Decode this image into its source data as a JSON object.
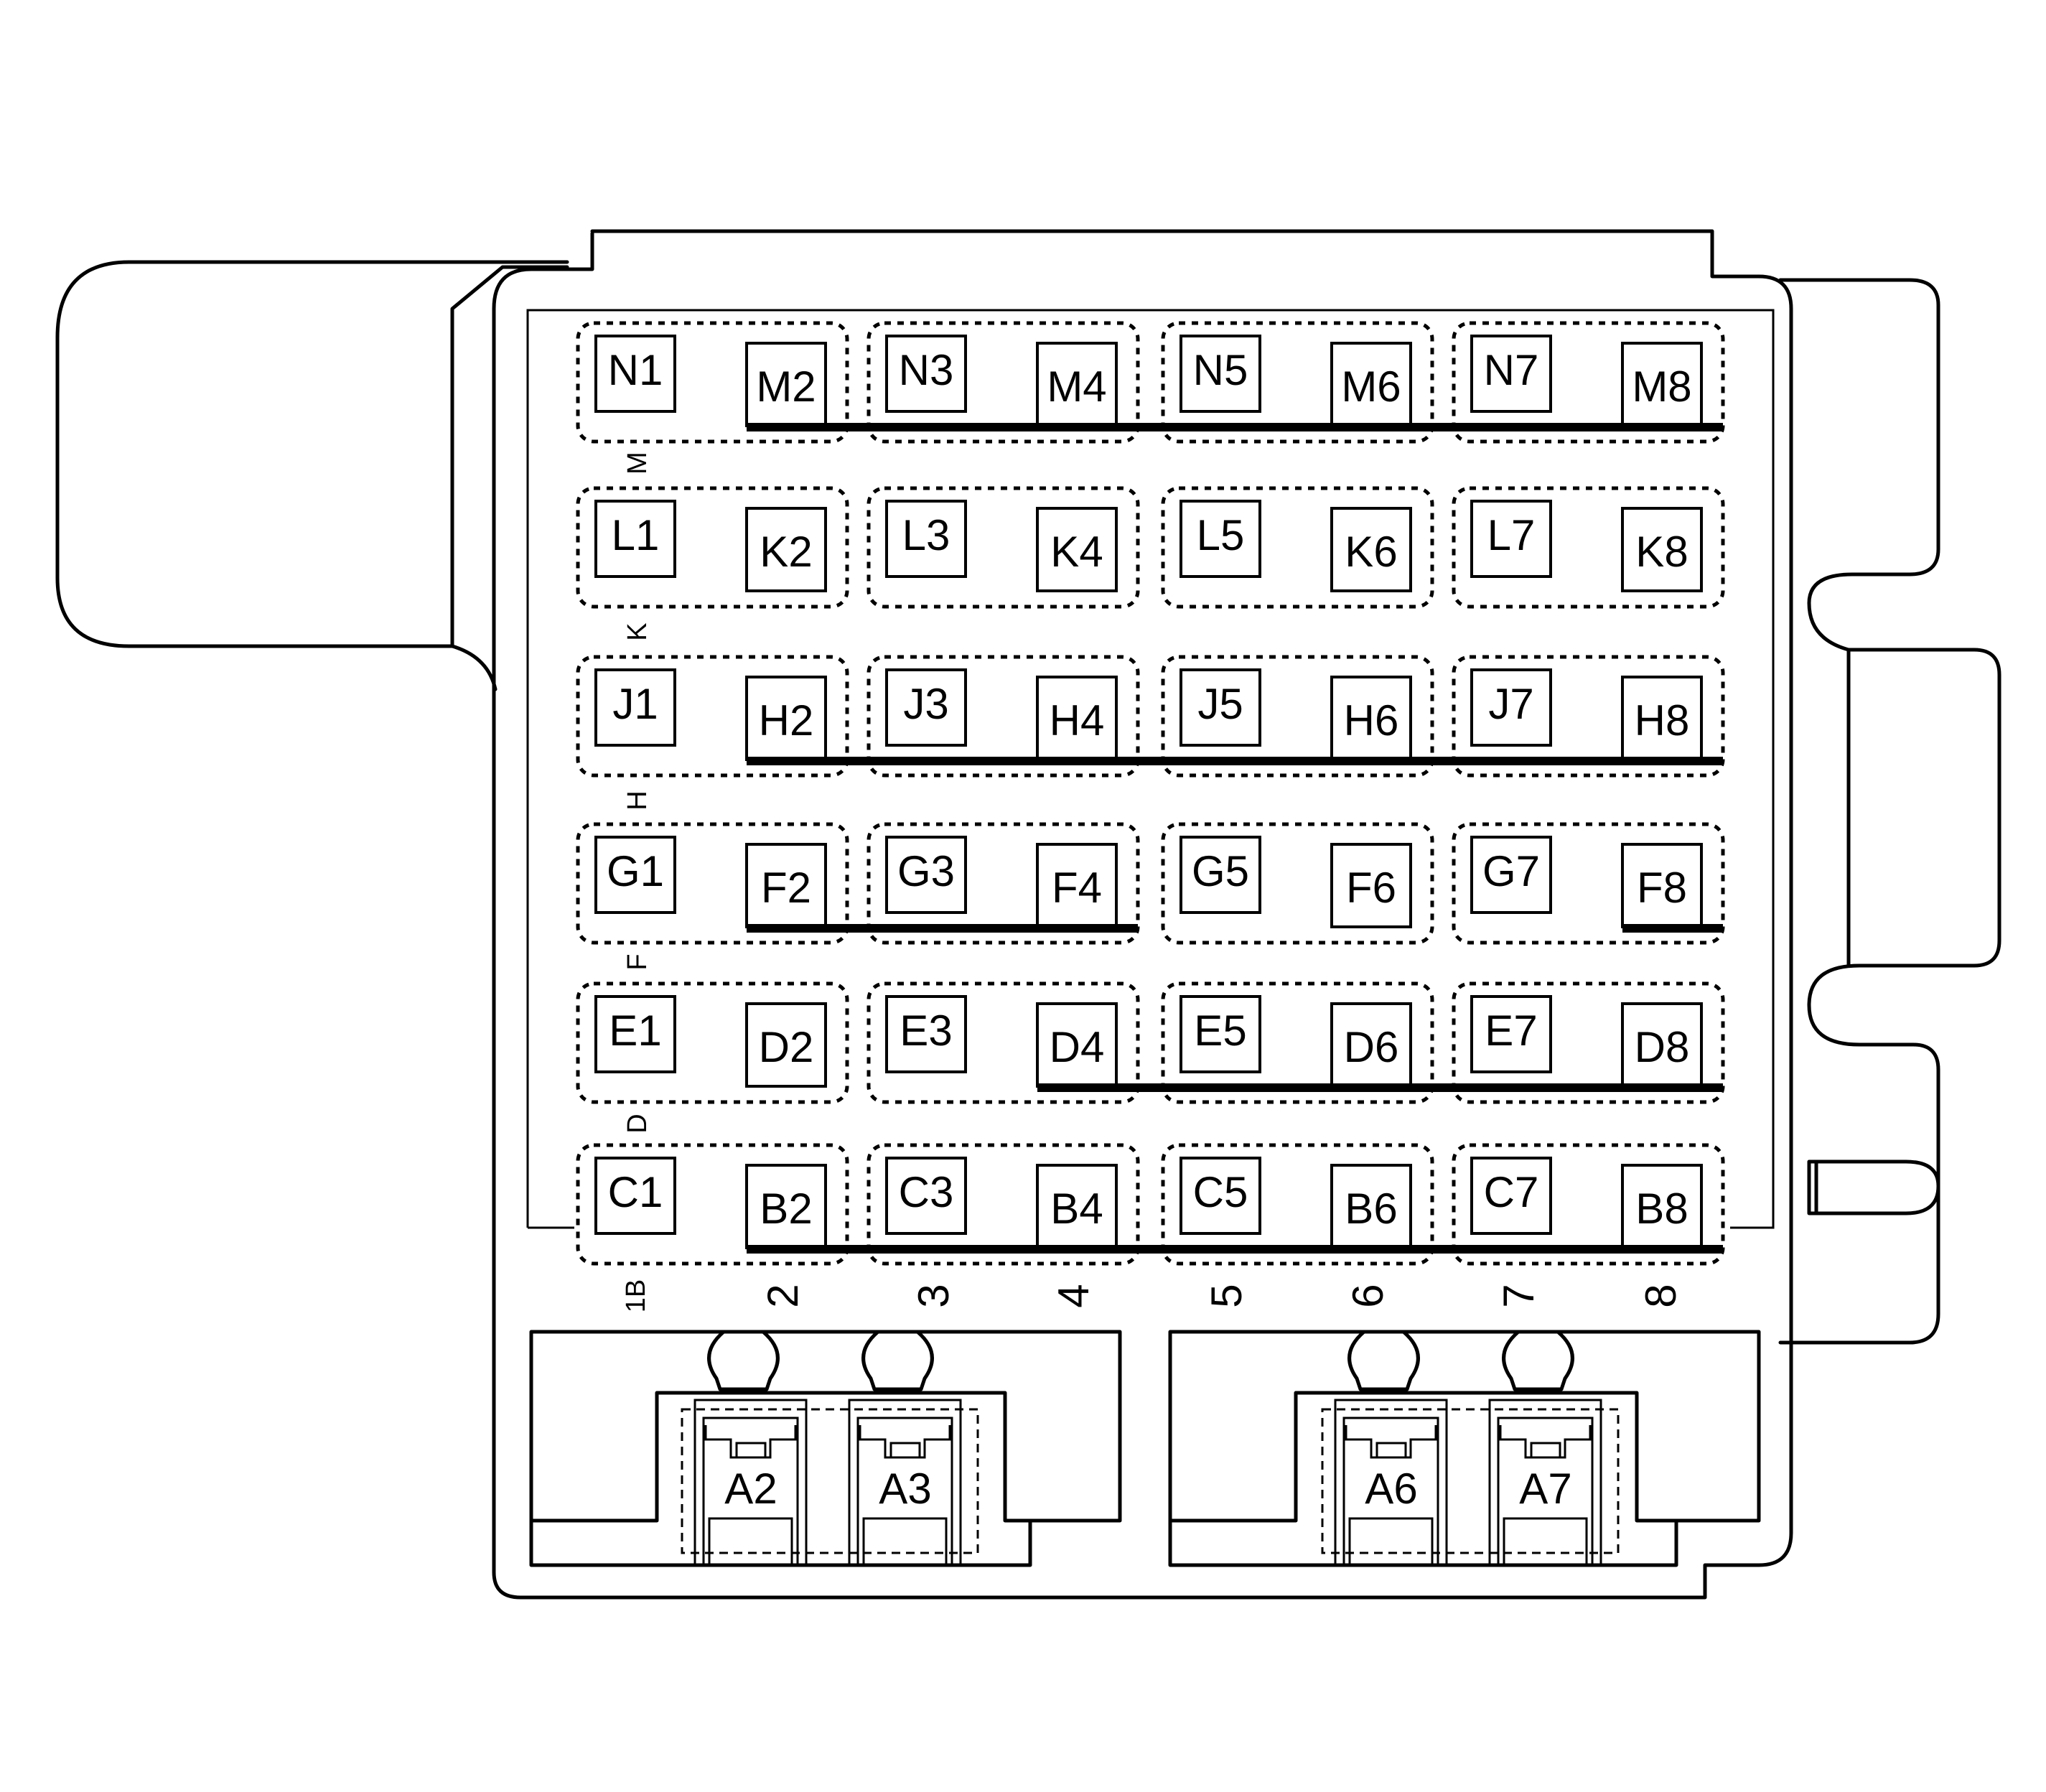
{
  "rows": [
    {
      "left": [
        "N1",
        "N3",
        "N5",
        "N7"
      ],
      "right": [
        "M2",
        "M4",
        "M6",
        "M8"
      ]
    },
    {
      "left": [
        "L1",
        "L3",
        "L5",
        "L7"
      ],
      "right": [
        "K2",
        "K4",
        "K6",
        "K8"
      ]
    },
    {
      "left": [
        "J1",
        "J3",
        "J5",
        "J7"
      ],
      "right": [
        "H2",
        "H4",
        "H6",
        "H8"
      ]
    },
    {
      "left": [
        "G1",
        "G3",
        "G5",
        "G7"
      ],
      "right": [
        "F2",
        "F4",
        "F6",
        "F8"
      ]
    },
    {
      "left": [
        "E1",
        "E3",
        "E5",
        "E7"
      ],
      "right": [
        "D2",
        "D4",
        "D6",
        "D8"
      ]
    },
    {
      "left": [
        "C1",
        "C3",
        "C5",
        "C7"
      ],
      "right": [
        "B2",
        "B4",
        "B6",
        "B8"
      ]
    }
  ],
  "row_letters": [
    "M",
    "K",
    "H",
    "F",
    "D"
  ],
  "column_numbers": [
    "1B",
    "2",
    "3",
    "4",
    "5",
    "6",
    "7",
    "8"
  ],
  "relays": [
    "A2",
    "A3",
    "A6",
    "A7"
  ]
}
